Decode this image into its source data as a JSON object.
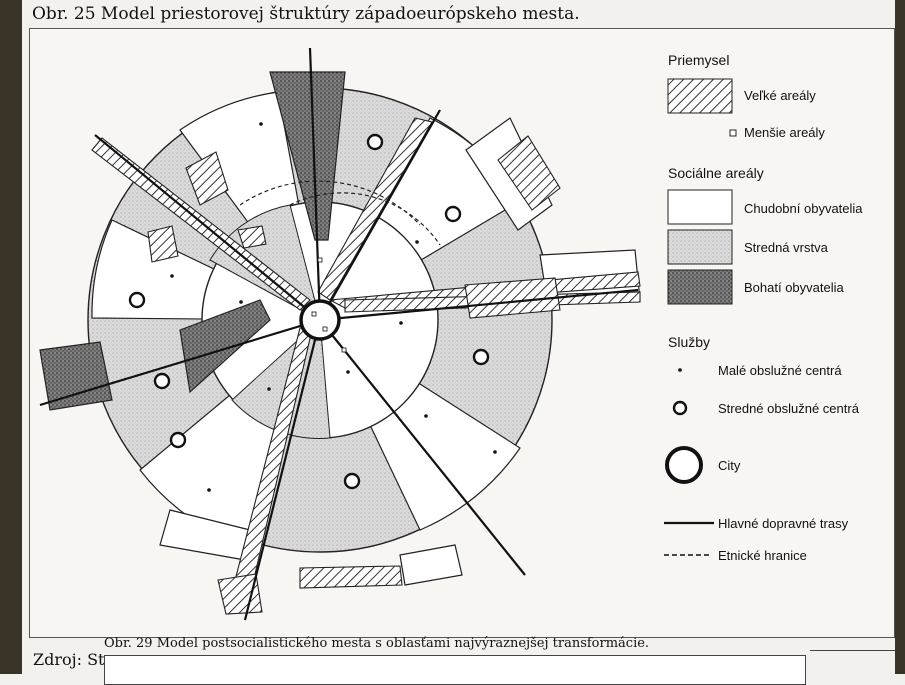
{
  "title": "Obr. 25 Model priestorovej štruktúry západoeurópskeho mesta.",
  "legend": {
    "industry": {
      "heading": "Priemysel",
      "large": "Veľké areály",
      "small": "Menšie areály"
    },
    "social": {
      "heading": "Sociálne areály",
      "poor": "Chudobní obyvatelia",
      "middle": "Stredná vrstva",
      "rich": "Bohatí obyvatelia"
    },
    "services": {
      "heading": "Služby",
      "small": "Malé obslužné centrá",
      "medium": "Stredné obslužné centrá",
      "city": "City"
    },
    "lines": {
      "roads": "Hlavné dopravné trasy",
      "ethnic": "Etnické hranice"
    }
  },
  "caption_next": "Obr. 29 Model postsocialistického mesta s oblasťami najvýraznejšej transformácie.",
  "source": "Zdroj: St",
  "colors": {
    "poor": "#ffffff",
    "middle": "#d4d4d4",
    "rich": "#6d6d6d",
    "hatch": "#333333",
    "ink": "#111111"
  }
}
